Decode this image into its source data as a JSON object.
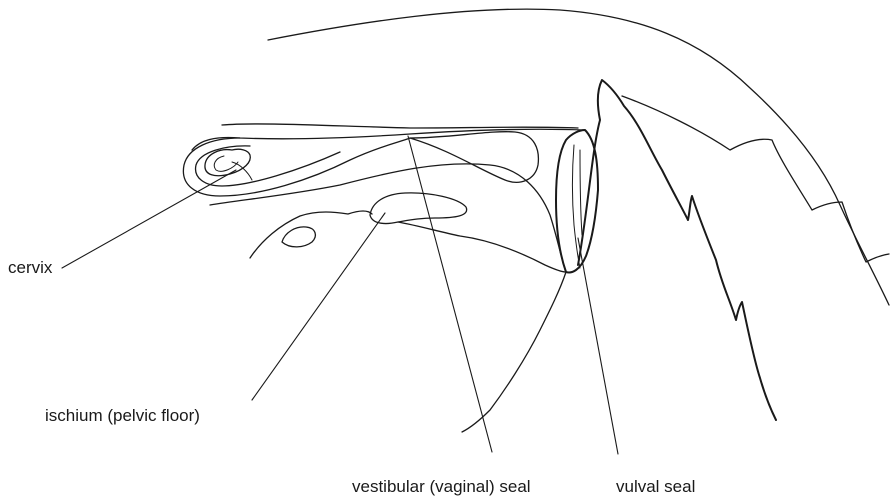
{
  "labels": {
    "cervix": "cervix",
    "ischium": "ischium (pelvic floor)",
    "vestibular_seal": "vestibular (vaginal) seal",
    "vulval_seal": "vulval seal"
  }
}
